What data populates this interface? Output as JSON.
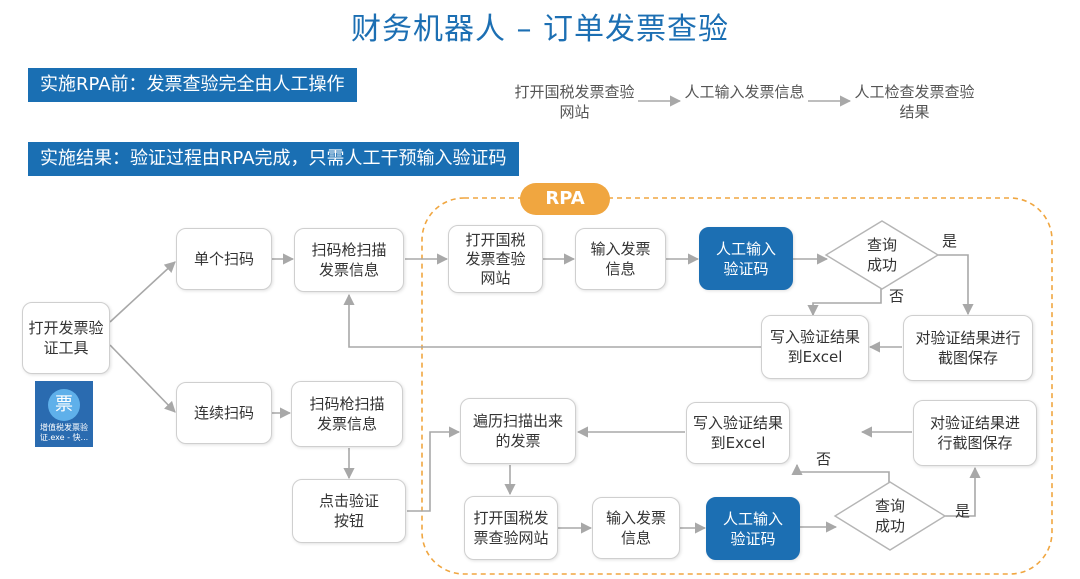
{
  "title": "财务机器人 – 订单发票查验",
  "banner_before": "实施RPA前：发票查验完全由人工操作",
  "banner_after": "实施结果：验证过程由RPA完成，只需人工干预输入验证码",
  "manual_steps": [
    "打开国税发票查验网站",
    "人工输入发票信息",
    "人工检查发票查验结果"
  ],
  "rpa_label": "RPA",
  "nodes": {
    "open_tool": "打开发票验证工具",
    "single_scan": "单个扫码",
    "scan_info_1": "扫码枪扫描发票信息",
    "continuous_scan": "连续扫码",
    "scan_info_2": "扫码枪扫描发票信息",
    "click_verify": "点击验证按钮",
    "open_site_1": "打开国税发票查验网站",
    "input_invoice_1": "输入发票信息",
    "manual_captcha_1": "人工输入验证码",
    "query_success_1": "查询成功",
    "screenshot_1": "对验证结果进行截图保存",
    "write_excel_1": "写入验证结果到Excel",
    "iterate": "遍历扫描出来的发票",
    "write_excel_2": "写入验证结果到Excel",
    "screenshot_2": "对验证结果进行截图保存",
    "open_site_2": "打开国税发票查验网站",
    "input_invoice_2": "输入发票信息",
    "manual_captcha_2": "人工输入验证码",
    "query_success_2": "查询成功"
  },
  "labels": {
    "yes": "是",
    "no": "否"
  },
  "icon": {
    "glyph": "票",
    "caption": "增值税发票验证.exe - 快..."
  },
  "colors": {
    "primary": "#1c6fb3",
    "accent": "#f0a640",
    "arrow": "#a8a8a8"
  }
}
